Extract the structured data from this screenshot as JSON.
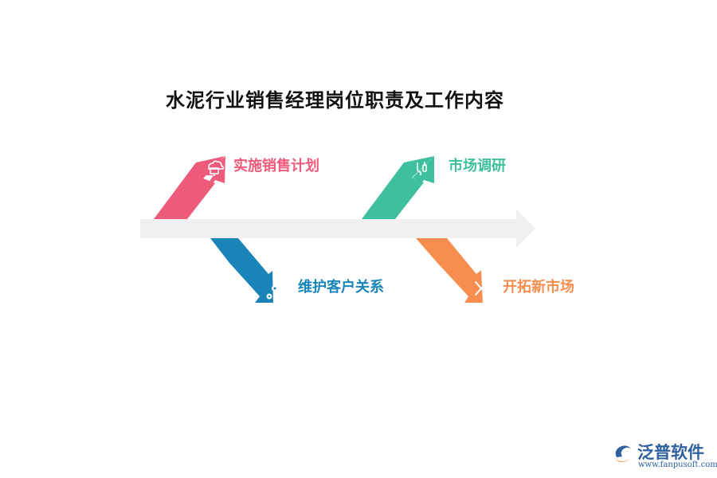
{
  "title": "水泥行业销售经理岗位职责及工作内容",
  "branches": [
    {
      "label": "实施销售计划",
      "color": "#ee5a7a",
      "icon": "cloud-monitor-icon"
    },
    {
      "label": "维护客户关系",
      "color": "#1a84b8",
      "icon": "gears-icon"
    },
    {
      "label": "市场调研",
      "color": "#3ebf9e",
      "icon": "plug-icon"
    },
    {
      "label": "开拓新市场",
      "color": "#f78e4f",
      "icon": "tools-icon"
    }
  ],
  "spine_color": "#f1eff2",
  "logo": {
    "name": "泛普软件",
    "url": "www.fanpusoft.com",
    "color": "#2f5f9e"
  }
}
